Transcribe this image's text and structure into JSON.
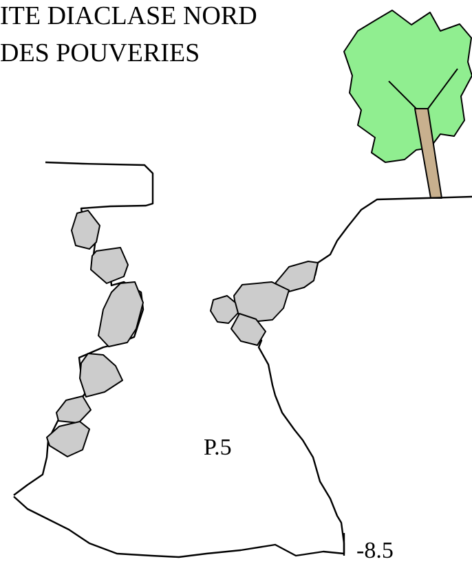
{
  "title": {
    "line1": "ITE DIACLASE NORD",
    "line2": "DES POUVERIES"
  },
  "labels": {
    "shaft": "P.5",
    "depth": "-8.5"
  },
  "colors": {
    "ink": "#000000",
    "rock_fill": "#cccccc",
    "tree_foliage": "#90ee90",
    "tree_trunk": "#c8b08e",
    "background": "#ffffff"
  },
  "icons": {
    "tree": "tree-icon",
    "rock": "rock-icon"
  }
}
